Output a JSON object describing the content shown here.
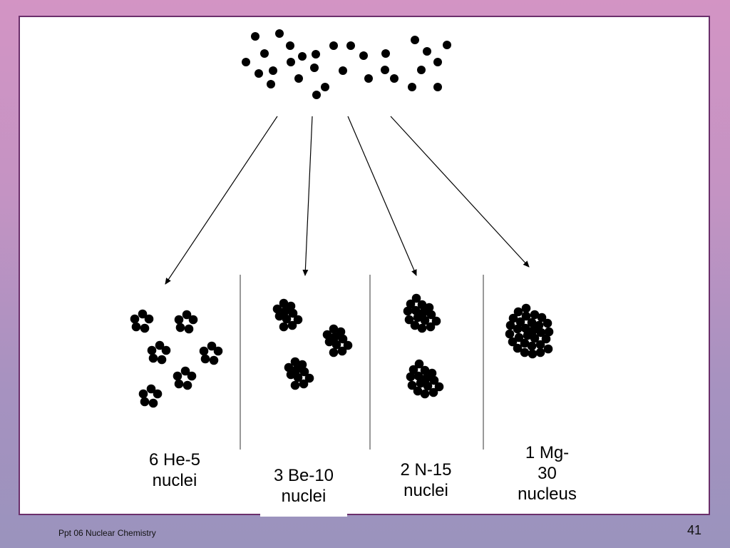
{
  "slide": {
    "groups": [
      {
        "label": "6 He-5\nnuclei",
        "name": "he5-group",
        "cluster_count": 6,
        "nucleons_per_cluster": 5
      },
      {
        "label": "3 Be-10\nnuclei",
        "name": "be10-group",
        "cluster_count": 3,
        "nucleons_per_cluster": 10
      },
      {
        "label": "2 N-15\nnuclei",
        "name": "n15-group",
        "cluster_count": 2,
        "nucleons_per_cluster": 15
      },
      {
        "label": "1 Mg-\n30\nnucleus",
        "name": "mg30-group",
        "cluster_count": 1,
        "nucleons_per_cluster": 30
      }
    ],
    "source_nucleons_count": 30,
    "colors": {
      "nucleon": "#000000",
      "divider": "#333333",
      "arrow": "#000000"
    }
  },
  "footer": {
    "text": "Ppt 06 Nuclear Chemistry",
    "page_number": "41"
  }
}
